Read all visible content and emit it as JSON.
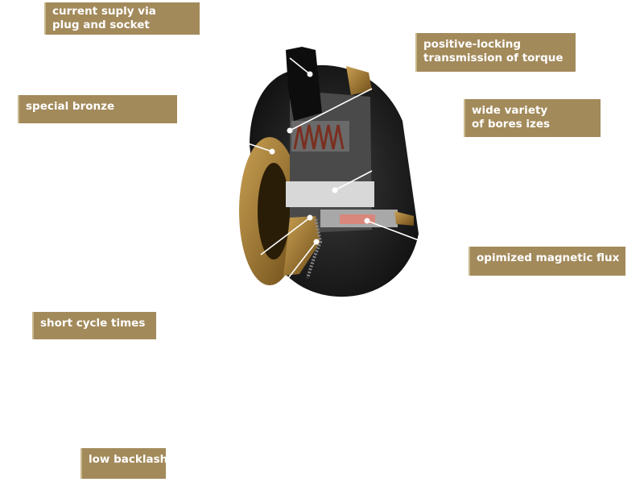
{
  "labels": {
    "current_supply": [
      "current suply via",
      "plug and socket"
    ],
    "positive_locking": [
      "positive-locking",
      "transmission of torque"
    ],
    "special_bronze": [
      "special bronze"
    ],
    "bore_sizes": [
      "wide variety",
      "of bores izes"
    ],
    "magnetic_flux": [
      "opimized magnetic flux"
    ],
    "cycle_times": [
      "short cycle times"
    ],
    "low_backlash": [
      "low backlash"
    ]
  },
  "colors": {
    "label_bg": "#a38a5b",
    "bronze": "#a47a2e",
    "housing": "#1f1f1f",
    "steel": "#bfbfbf",
    "coil": "#d9867c"
  }
}
